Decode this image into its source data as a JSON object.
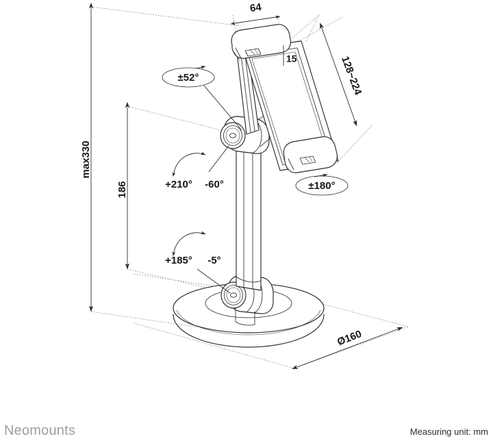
{
  "document": {
    "type": "technical-dimension-drawing",
    "subject": "Desk tablet stand with rotating base, column and tilt head",
    "background_color": "#ffffff",
    "line_color": "#2b2b2b",
    "extension_line_color": "#8d8d8d"
  },
  "dimensions": {
    "height_max": {
      "label": "max330",
      "orientation": "vertical",
      "rotated": true
    },
    "column_height": {
      "label": "186",
      "orientation": "vertical",
      "rotated": true
    },
    "holder_width": {
      "label": "64",
      "orientation": "tilted"
    },
    "holder_depth": {
      "label": "15",
      "orientation": "vertical"
    },
    "tablet_range": {
      "label": "128~224",
      "orientation": "tilted"
    },
    "base_diameter": {
      "label": "Ø160",
      "orientation": "tilted"
    }
  },
  "rotation_labels": {
    "head_tilt": {
      "label": "±52°",
      "style": "ellipse"
    },
    "head_rotation": {
      "label": "±180°",
      "style": "ellipse"
    },
    "arm_joint_positive": {
      "label": "+210°",
      "style": "arc"
    },
    "arm_joint_negative": {
      "label": "-60°",
      "style": "arc"
    },
    "base_joint_positive": {
      "label": "+185°",
      "style": "arc"
    },
    "base_joint_negative": {
      "label": "-5°",
      "style": "arc"
    }
  },
  "footer": {
    "brand": "Neomounts",
    "unit_note": "Measuring unit: mm"
  }
}
